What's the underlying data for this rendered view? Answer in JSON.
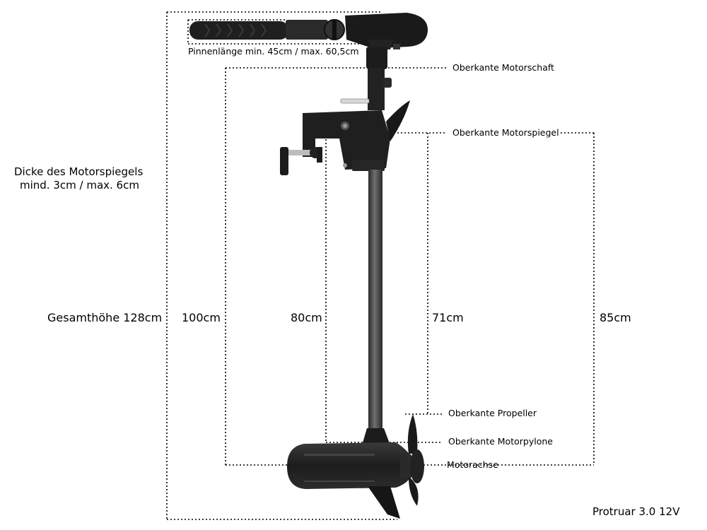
{
  "labels": {
    "tiller_length": "Pinnenlänge min. 45cm / max. 60,5cm",
    "top_shaft": "Oberkante Motorschaft",
    "top_transom": "Oberkante Motorspiegel",
    "transom_thickness_line1": "Dicke des Motorspiegels",
    "transom_thickness_line2": "mind. 3cm / max. 6cm",
    "total_height": "Gesamthöhe 128cm",
    "dim_100": "100cm",
    "dim_80": "80cm",
    "dim_71": "71cm",
    "dim_85": "85cm",
    "top_propeller": "Oberkante Propeller",
    "top_pylon": "Oberkante Motorpylone",
    "motor_axis": "Motorachse",
    "product_name": "Protruar 3.0 12V"
  },
  "colors": {
    "motor_body": "#1e1e1e",
    "shaft": "#4a4a4a",
    "dotted_line": "#000000"
  }
}
